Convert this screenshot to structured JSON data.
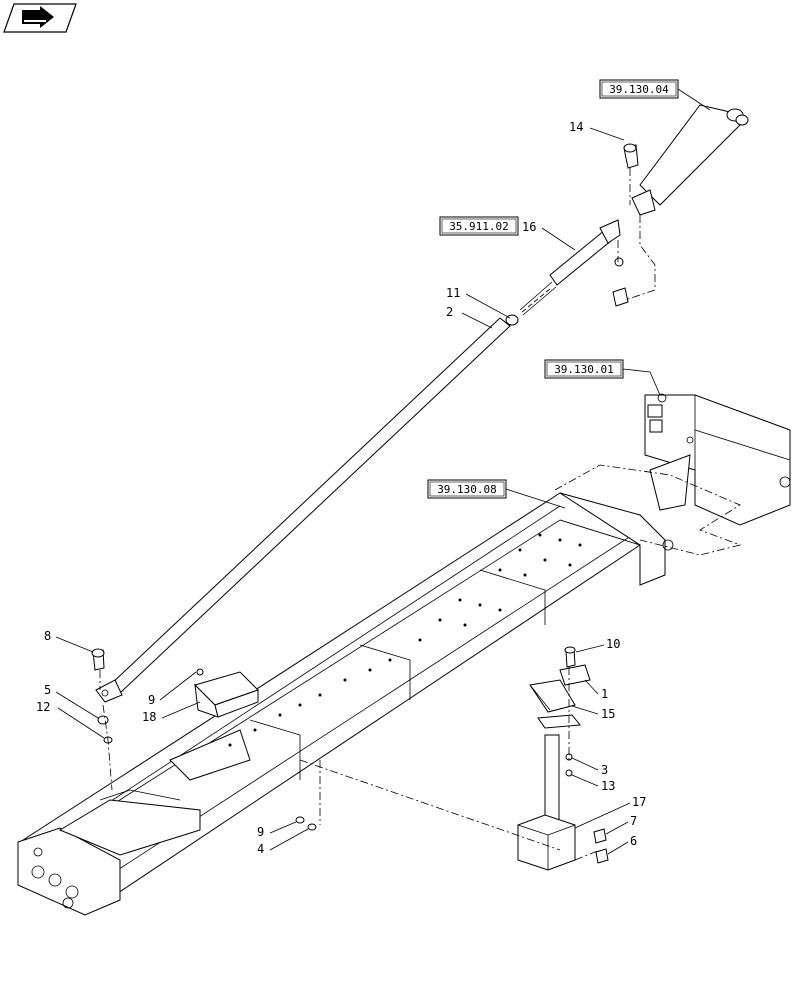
{
  "nav_icon": {
    "name": "next-page-arrow-icon"
  },
  "references": [
    {
      "id": "ref-39-130-04",
      "label": "39.130.04"
    },
    {
      "id": "ref-35-911-02",
      "label": "35.911.02"
    },
    {
      "id": "ref-39-130-01",
      "label": "39.130.01"
    },
    {
      "id": "ref-39-130-08",
      "label": "39.130.08"
    }
  ],
  "callouts": {
    "c14": "14",
    "c16": "16",
    "c11": "11",
    "c2": "2",
    "c8": "8",
    "c5": "5",
    "c12": "12",
    "c9a": "9",
    "c18": "18",
    "c10": "10",
    "c1": "1",
    "c15": "15",
    "c3": "3",
    "c13": "13",
    "c17": "17",
    "c7": "7",
    "c6": "6",
    "c9b": "9",
    "c4": "4"
  }
}
